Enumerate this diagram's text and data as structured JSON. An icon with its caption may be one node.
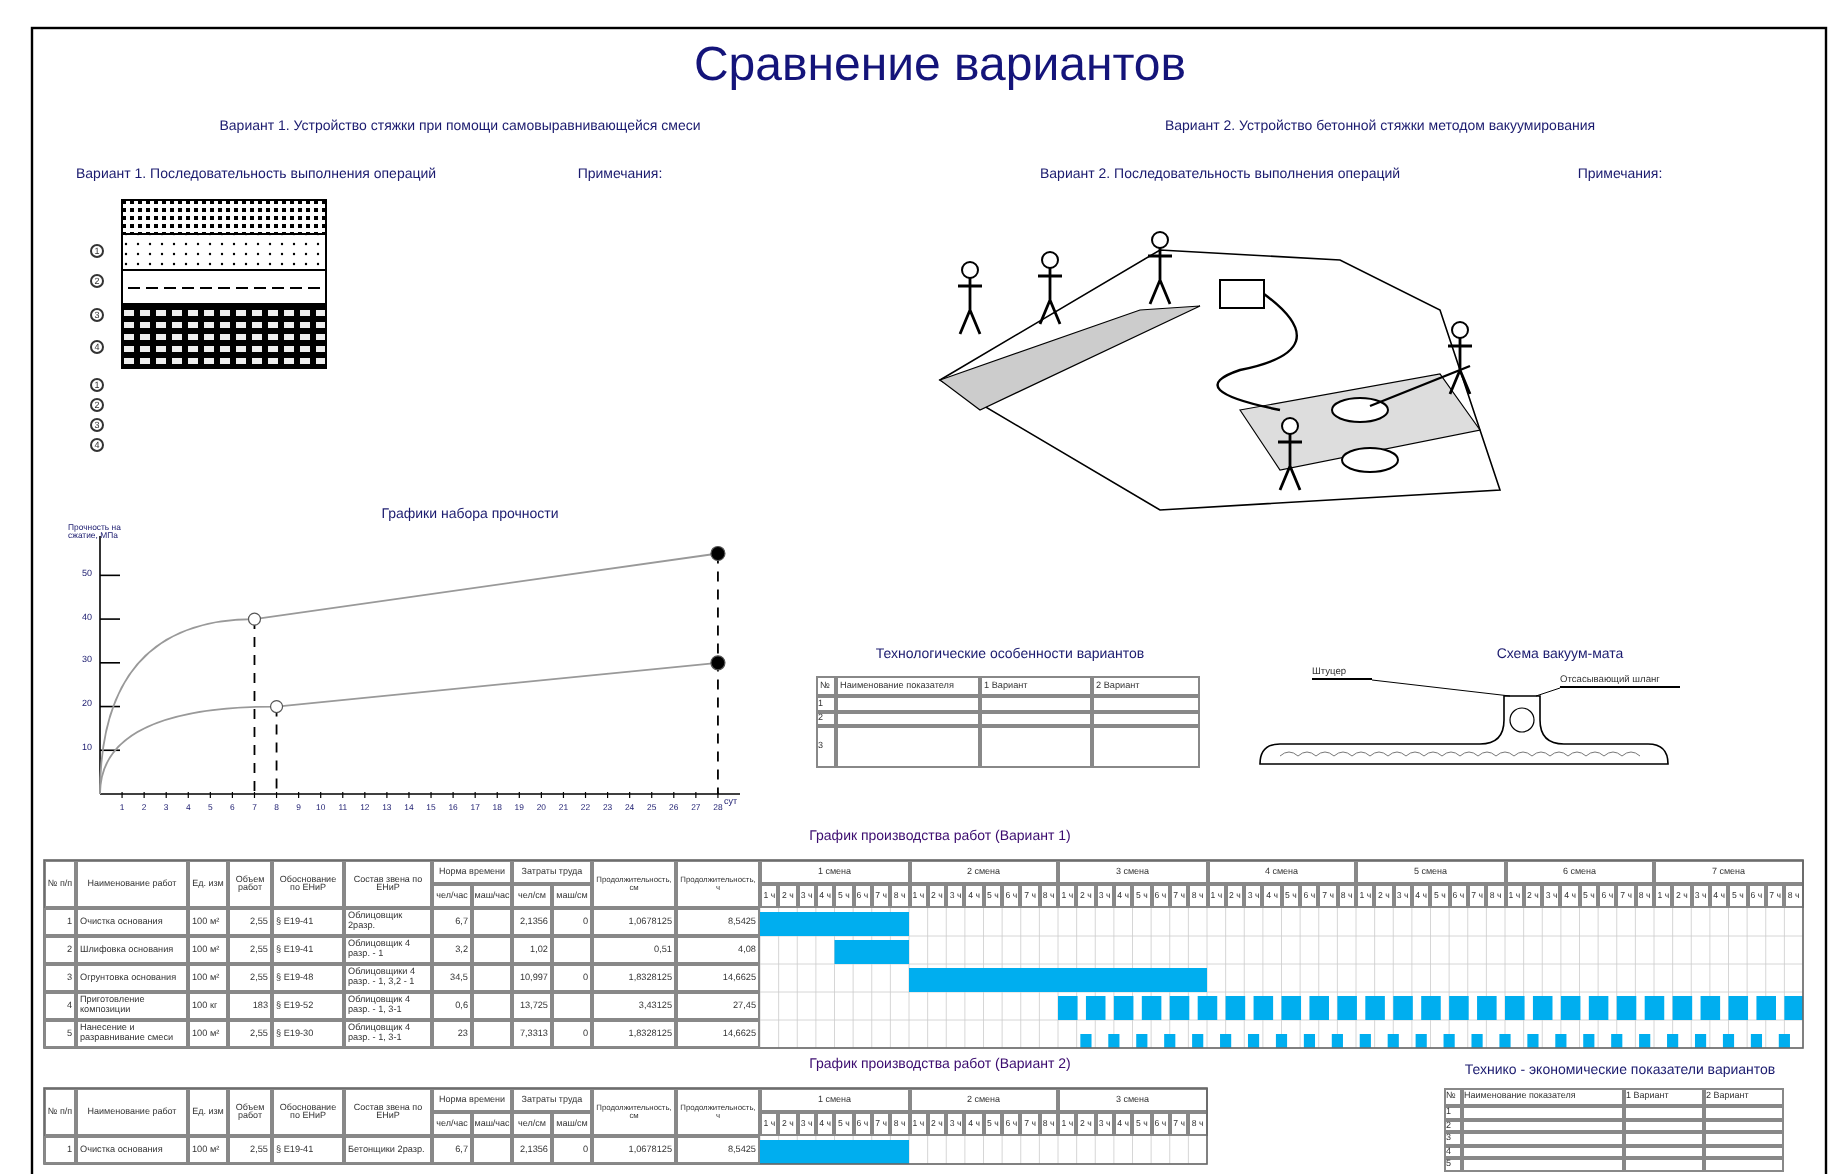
{
  "diagram": {
    "title": "Сравнение вариантов",
    "nodes": [
      {
        "text": [
          "Штуцер"
        ]
      },
      {
        "text": [
          "Отсасывающий шланг"
        ]
      },
      {
        "text": [],
        "shape": "picture"
      }
    ],
    "edges": [
      {
        "from": 0,
        "to": 2,
        "arrow": "none"
      },
      {
        "from": 1,
        "to": 2,
        "arrow": "none"
      }
    ],
    "labels": [
      "Вариант 1. Устройство стяжки при помощи самовыравнивающейся смеси",
      "Вариант 2. Устройство бетонной стяжки методом вакуумирования",
      "Вариант 1. Последовательность выполнения операций",
      "Примечания:",
      "Вариант 2. Последовательность выполнения операций",
      "Примечания:",
      "1",
      "2",
      "3",
      "4",
      "1",
      "2",
      "3",
      "4",
      "Технологические особенности вариантов",
      "№",
      "Наименование показателя",
      "1 Вариант",
      "2 Вариант",
      "1",
      "2",
      "3",
      "Схема вакуум-мата",
      "График производства работ (Вариант 1)",
      "№ п/п",
      "Наименование работ",
      "Ед. изм",
      "Объем работ",
      "Обоснование по ЕНиР",
      "Состав звена по ЕНиР",
      "Норма времени",
      "Затраты труда",
      "Продолжительность, см",
      "Продолжительность, ч",
      "1 смена",
      "2 смена",
      "3 смена",
      "4 смена",
      "5 смена",
      "6 смена",
      "7 смена",
      "чел/час",
      "маш/час",
      "чел/см",
      "маш/см",
      "1 ч",
      "2 ч",
      "3 ч",
      "4 ч",
      "5 ч",
      "6 ч",
      "7 ч",
      "8 ч",
      "1 ч",
      "2 ч",
      "3 ч",
      "4 ч",
      "5 ч",
      "6 ч",
      "7 ч",
      "8 ч",
      "1 ч",
      "2 ч",
      "3 ч",
      "4 ч",
      "5 ч",
      "6 ч",
      "7 ч",
      "8 ч",
      "1 ч",
      "2 ч",
      "3 ч",
      "4 ч",
      "5 ч",
      "6 ч",
      "7 ч",
      "8 ч",
      "1 ч",
      "2 ч",
      "3 ч",
      "4 ч",
      "5 ч",
      "6 ч",
      "7 ч",
      "8 ч",
      "1 ч",
      "2 ч",
      "3 ч",
      "4 ч",
      "5 ч",
      "6 ч",
      "7 ч",
      "8 ч",
      "1 ч",
      "2 ч",
      "3 ч",
      "4 ч",
      "5 ч",
      "6 ч",
      "7 ч",
      "8 ч",
      "1",
      "Очистка основания",
      "100 м²",
      "2,55",
      "§ Е19-41",
      "Облицовщик 2разр.",
      "6,7",
      "2,1356",
      "0",
      "1,0678125",
      "8,5425",
      "2",
      "Шлифовка основания",
      "100 м²",
      "2,55",
      "§ Е19-41",
      "Облицовщик 4 разр. - 1",
      "3,2",
      "1,02",
      "0,51",
      "4,08",
      "3",
      "Огрунтовка основания",
      "100 м²",
      "2,55",
      "§ Е19-48",
      "Облицовщики 4 разр. - 1, 3,2 - 1",
      "34,5",
      "10,997",
      "0",
      "1,8328125",
      "14,6625",
      "4",
      "Приготовление композиции",
      "100 кг",
      "183",
      "§ Е19-52",
      "Облицовщик 4 разр. - 1, 3-1",
      "0,6",
      "13,725",
      "3,43125",
      "27,45",
      "5",
      "Нанесение и разравнивание смеси",
      "100 м²",
      "2,55",
      "§ Е19-30",
      "Облицовщик 4 разр. - 1, 3-1",
      "23",
      "7,3313",
      "0",
      "1,8328125",
      "14,6625",
      "График производства работ (Вариант 2)",
      "№ п/п",
      "Наименование работ",
      "Ед. изм",
      "Объем работ",
      "Обоснование по ЕНиР",
      "Состав звена по ЕНиР",
      "Норма времени",
      "Затраты труда",
      "Продолжительность, см",
      "Продолжительность, ч",
      "1 смена",
      "2 смена",
      "3 смена",
      "чел/час",
      "маш/час",
      "чел/см",
      "маш/см",
      "1 ч",
      "2 ч",
      "3 ч",
      "4 ч",
      "5 ч",
      "6 ч",
      "7 ч",
      "8 ч",
      "1 ч",
      "2 ч",
      "3 ч",
      "4 ч",
      "5 ч",
      "6 ч",
      "7 ч",
      "8 ч",
      "1 ч",
      "2 ч",
      "3 ч",
      "4 ч",
      "5 ч",
      "6 ч",
      "7 ч",
      "8 ч",
      "1",
      "Очистка основания",
      "100 м²",
      "2,55",
      "§ Е19-41",
      "Бетонщики 2разр.",
      "6,7",
      "2,1356",
      "0",
      "1,0678125",
      "8,5425",
      "Технико - экономические показатели вариантов",
      "№",
      "Наименование показателя",
      "1 Вариант",
      "2 Вариант",
      "1",
      "2",
      "3",
      "4",
      "5"
    ],
    "chart_data": {
      "type": "line",
      "title": "Графики набора прочности",
      "xlabel": "сут",
      "ylabel": "Прочность на сжатие, МПа",
      "x": [
        0,
        7,
        8,
        28
      ],
      "series": [
        {
          "name": null,
          "color": "#999999",
          "values": [
            0,
            40,
            null,
            55
          ]
        },
        {
          "name": null,
          "color": "#999999",
          "values": [
            0,
            null,
            20,
            30
          ]
        }
      ],
      "xticks": [
        1,
        2,
        3,
        4,
        5,
        6,
        7,
        8,
        9,
        10,
        11,
        12,
        13,
        14,
        15,
        16,
        17,
        18,
        19,
        20,
        21,
        22,
        23,
        24,
        25,
        26,
        27,
        28
      ],
      "yticks": [
        10,
        20,
        30,
        40,
        50
      ],
      "xlim": [
        0,
        29
      ],
      "ylim": [
        0,
        59
      ],
      "ref_lines": [
        {
          "axis": "x",
          "value": 7
        },
        {
          "axis": "x",
          "value": 8
        },
        {
          "axis": "x",
          "value": 28
        }
      ]
    }
  }
}
